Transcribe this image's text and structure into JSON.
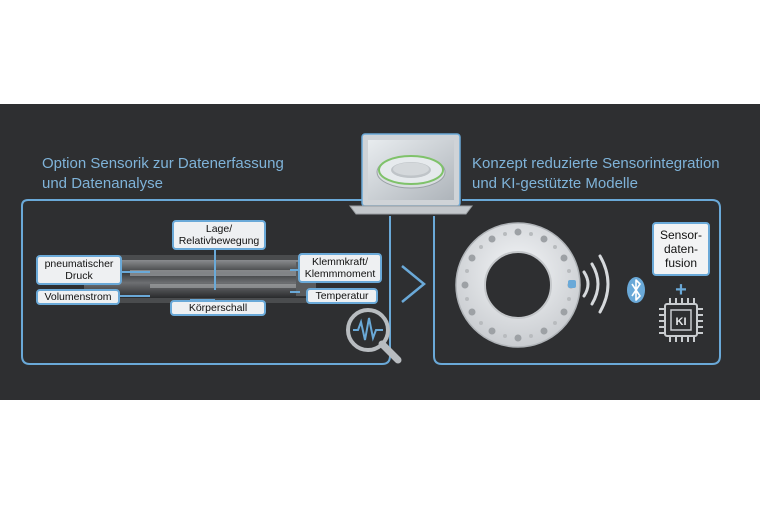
{
  "left": {
    "heading_line1": "Option Sensorik zur Datenerfassung",
    "heading_line2": "und Datenanalyse",
    "labels": {
      "position": "Lage/\nRelativbewegung",
      "pressure": "pneumatischer\nDruck",
      "flow": "Volumenstrom",
      "clamp": "Klemmkraft/\nKlemmmoment",
      "temperature": "Temperatur",
      "sound": "Körperschall"
    }
  },
  "right": {
    "heading_line1": "Konzept reduzierte Sensorintegration",
    "heading_line2": "und KI-gestützte Modelle",
    "fusion_label": "Sensor-\ndaten-\nfusion",
    "plus": "+",
    "chip_label": "KI"
  },
  "colors": {
    "background": "#2e2f31",
    "accent": "#6aa9d8",
    "heading": "#7fb3d9"
  },
  "icons": [
    "laptop-icon",
    "magnifier-waveform-icon",
    "arrow-right-icon",
    "wireless-signal-icon",
    "bluetooth-icon",
    "ai-chip-icon"
  ]
}
